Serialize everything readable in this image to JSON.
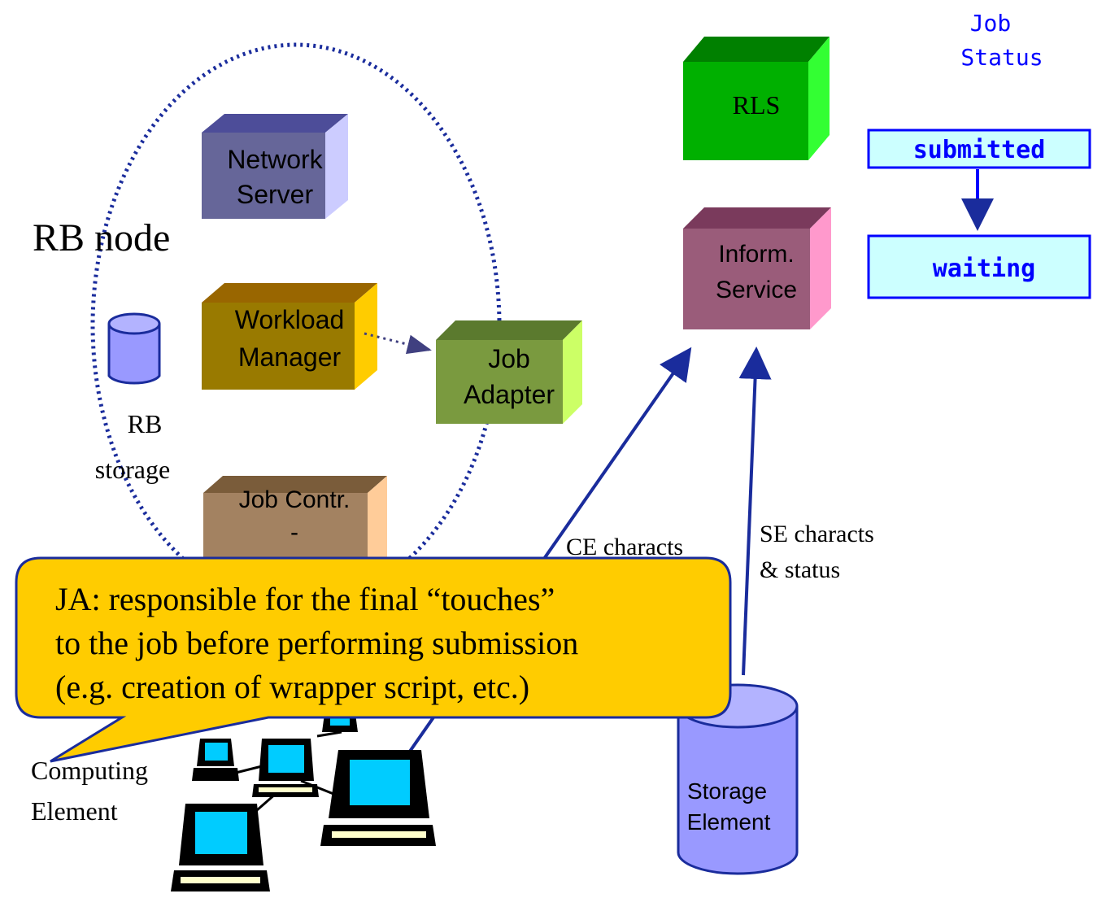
{
  "rb_node_label": "RB node",
  "rb_storage": {
    "line1": "RB",
    "line2": "storage"
  },
  "boxes": {
    "network_server": {
      "line1": "Network",
      "line2": "Server",
      "color": "#9999ff"
    },
    "workload_manager": {
      "line1": "Workload",
      "line2": "Manager",
      "color": "#ffcc00"
    },
    "job_adapter": {
      "line1": "Job",
      "line2": "Adapter",
      "color": "#99cc66"
    },
    "job_controller": {
      "line1": "Job Contr.",
      "line2": "-",
      "color": "#ffcc99"
    },
    "rls": {
      "label": "RLS",
      "color": "#00cc00"
    },
    "info_service": {
      "line1": "Inform.",
      "line2": "Service",
      "color": "#ff99cc"
    }
  },
  "edges": {
    "ce_characts": "CE characts",
    "se_characts": {
      "line1": "SE characts",
      "line2": "& status"
    }
  },
  "job_status": {
    "title_line1": "Job",
    "title_line2": "Status",
    "states": [
      "submitted",
      "waiting"
    ],
    "color": "#0000ff",
    "box_fill": "#ccffff"
  },
  "callout": {
    "lines": [
      "JA: responsible for the final “touches”",
      "to the job before performing submission",
      "(e.g. creation of wrapper script, etc.)"
    ],
    "fill": "#ffcc00"
  },
  "computing_element": {
    "line1": "Computing",
    "line2": "Element"
  },
  "storage_element": {
    "line1": "Storage",
    "line2": "Element",
    "color": "#9999ff"
  }
}
